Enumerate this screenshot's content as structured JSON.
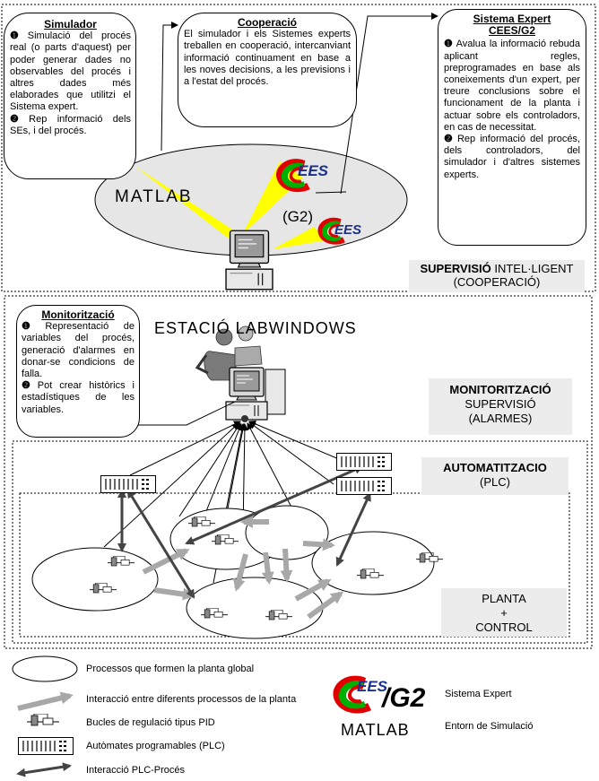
{
  "simulador": {
    "title": "Simulador",
    "p1": "Simulació del procés real (o parts d'aquest) per poder generar dades no observables del procés i altres dades més elaborades que utilitzi el Sistema expert.",
    "p2": "Rep informació dels SEs, i del procés.",
    "bullet1": "❶",
    "bullet2": "❷"
  },
  "cooperacio": {
    "title": "Cooperació",
    "text": "El simulador i els Sistemes experts treballen en cooperació, intercanviant informació continuament en base a les noves decisions, a les previsions i a l'estat del procés."
  },
  "expert": {
    "title1": "Sistema Expert",
    "title2": "CEES/G2",
    "p1": "Avalua la informació rebuda aplicant regles, preprogramades en base als coneixements d'un expert, per treure conclusions sobre el funcionament de la planta i actuar sobre els controladors, en cas de necessitat.",
    "p2": "Rep informació del procés, dels controladors, del simulador i d'altres sistemes experts.",
    "bullet1": "❶",
    "bullet2": "❷"
  },
  "monitoritzacio_bubble": {
    "title": "Monitorització",
    "p1": "Representació de variables del procés, generació d'alarmes en donar-se condicions de falla.",
    "p2": "Pot crear històrics i estadístiques de les variables.",
    "bullet1": "❶",
    "bullet2": "❷"
  },
  "matlab_label": "MATLAB",
  "g2_label": "(G2)",
  "cees_text": "EES",
  "estacio_label": "ESTACIÓ LABWINDOWS",
  "layers": {
    "supervisio_bold": "SUPERVISIÓ",
    "supervisio_rest": " INTEL·LIGENT",
    "supervisio_line2": "(COOPERACIÓ)",
    "monit_line1": "MONITORITZACIÓ",
    "monit_line2": "SUPERVISIÓ",
    "monit_line3": "(ALARMES)",
    "autom_line1": "AUTOMATITZACIO",
    "autom_line2": "(PLC)",
    "planta_line1": "PLANTA",
    "planta_line2": "+",
    "planta_line3": "CONTROL"
  },
  "legend": {
    "processos": "Processos que formen la planta global",
    "interaccio": "Interacció entre diferents processos de la planta",
    "bucles": "Bucles de regulació tipus PID",
    "automats": "Autòmates programables (PLC)",
    "plc_proces": "Interacció PLC-Procés",
    "logo_suffix": "/G2",
    "logo_matlab": "MATLAB",
    "sistema_expert": "Sistema Expert",
    "entorn": "Entorn de Simulació"
  },
  "colors": {
    "cees_red": "#e00000",
    "cees_green": "#00b000",
    "cees_blue": "#1a2f8c",
    "yellow_beam": "#ffff00",
    "arrow_gray": "#a8a8a8",
    "label_bg": "#ececec"
  }
}
